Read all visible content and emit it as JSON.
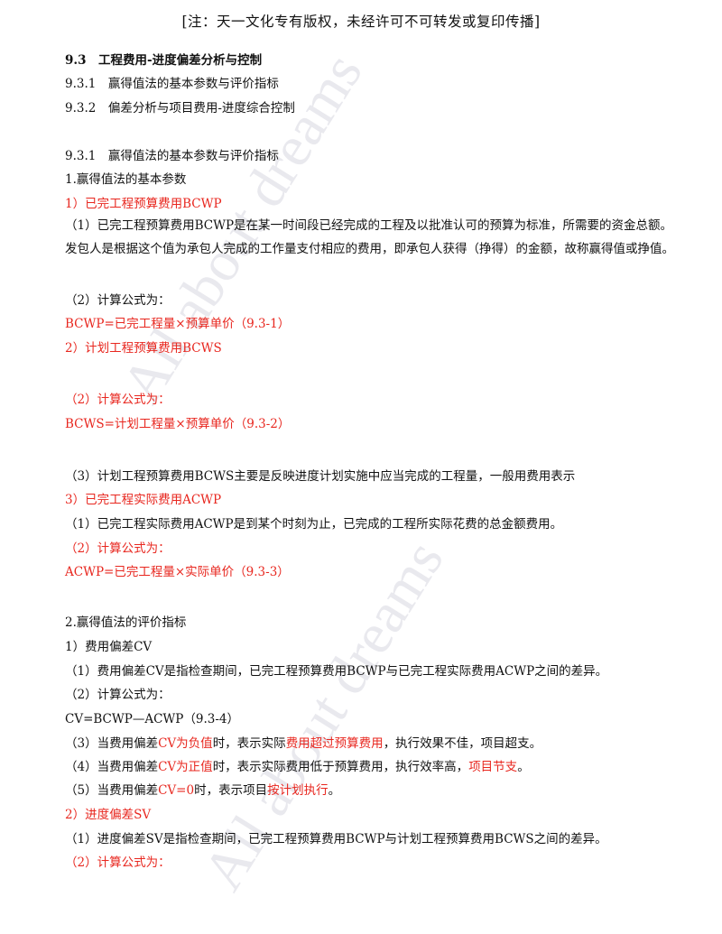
{
  "notice": "[注：天一文化专有版权，未经许可不可转发或复印传播]",
  "watermark": "All about dreams",
  "toc": {
    "section_title": "9.3　工程费用-进度偏差分析与控制",
    "item1": "9.3.1　赢得值法的基本参数与评价指标",
    "item2": "9.3.2　偏差分析与项目费用-进度综合控制"
  },
  "body": {
    "sub_heading": "9.3.1　赢得值法的基本参数与评价指标",
    "part1_title": "1.赢得值法的基本参数",
    "bcwp_title": "1）已完工程预算费用BCWP",
    "bcwp_desc": "（1）已完工程预算费用BCWP是在某一时间段已经完成的工程及以批准认可的预算为标准，所需要的资金总额。发包人是根据这个值为承包人完成的工作量支付相应的费用，即承包人获得（挣得）的金额，故称赢得值或挣值。",
    "bcwp_formula_label": "（2）计算公式为：",
    "bcwp_formula": "BCWP=已完工程量×预算单价（9.3-1）",
    "bcws_title": "2）计划工程预算费用BCWS",
    "bcws_formula_label": "（2）计算公式为：",
    "bcws_formula": "BCWS=计划工程量×预算单价（9.3-2）",
    "bcws_desc": "（3）计划工程预算费用BCWS主要是反映进度计划实施中应当完成的工程量，一般用费用表示",
    "acwp_title": "3）已完工程实际费用ACWP",
    "acwp_desc": "（1）已完工程实际费用ACWP是到某个时刻为止，已完成的工程所实际花费的总金额费用。",
    "acwp_formula_label": "（2）计算公式为：",
    "acwp_formula": "ACWP=已完工程量×实际单价（9.3-3）",
    "part2_title": "2.赢得值法的评价指标",
    "cv_title": "1）费用偏差CV",
    "cv_desc": "（1）费用偏差CV是指检查期间，已完工程预算费用BCWP与已完工程实际费用ACWP之间的差异。",
    "cv_formula_label": "（2）计算公式为：",
    "cv_formula": "CV=BCWP—ACWP（9.3-4）",
    "cv_neg": {
      "a": "（3）当费用偏差",
      "b": "CV为负值",
      "c": "时，表示实际",
      "d": "费用超过预算费用",
      "e": "，执行效果不佳，项目超支。"
    },
    "cv_pos": {
      "a": "（4）当费用偏差",
      "b": "CV为正值",
      "c": "时，表示实际费用低于预算费用，执行效率高，",
      "d": "项目节支",
      "e": "。"
    },
    "cv_zero": {
      "a": "（5）当费用偏差",
      "b": "CV=0",
      "c": "时，表示项目",
      "d": "按计划执行",
      "e": "。"
    },
    "sv_title": "2）进度偏差SV",
    "sv_desc": "（1）进度偏差SV是指检查期间，已完工程预算费用BCWP与计划工程预算费用BCWS之间的差异。",
    "sv_formula_label": "（2）计算公式为："
  },
  "colors": {
    "highlight": "#e8271f",
    "text": "#111111",
    "watermark": "#e9e9ee"
  }
}
